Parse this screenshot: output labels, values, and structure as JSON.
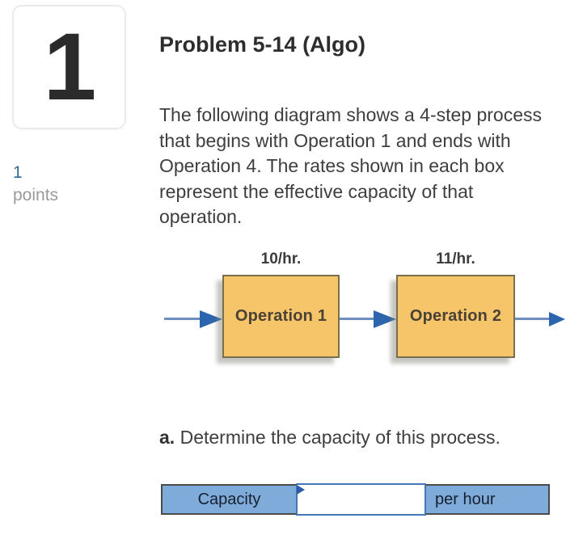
{
  "question_panel": {
    "number_card": "1",
    "points_value": "1",
    "points_label": "points"
  },
  "problem": {
    "title": "Problem 5-14 (Algo)",
    "description": "The following diagram shows a 4-step process that begins with Operation 1 and ends with Operation 4. The rates shown in each box represent the effective capacity of that operation.",
    "part_a_letter": "a.",
    "part_a_text": " Determine the capacity of this process."
  },
  "diagram": {
    "type": "process-flow",
    "steps": [
      {
        "rate": "10/hr.",
        "label": "Operation 1"
      },
      {
        "rate": "11/hr.",
        "label": "Operation 2"
      }
    ],
    "colors": {
      "box_fill": "#f6c469",
      "box_border": "#77704f",
      "arrow_head": "#2d64ae",
      "arrow_line": "#6b8fbf"
    }
  },
  "answer_table": {
    "row_label": "Capacity",
    "input_value": "",
    "unit_label": "per hour",
    "colors": {
      "cell_bg": "#7fabdb",
      "table_border": "#4a4a4a",
      "input_border": "#4577b4",
      "flag": "#2d5da8",
      "points_blue": "#2e6a94"
    }
  }
}
